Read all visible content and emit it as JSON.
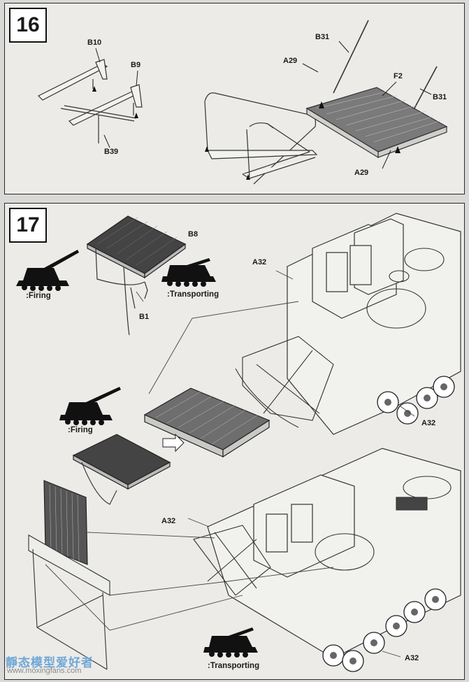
{
  "steps": {
    "step16": {
      "number": "16",
      "parts": {
        "b10": "B10",
        "b9": "B9",
        "b39": "B39",
        "b31_top": "B31",
        "a29_top": "A29",
        "f2": "F2",
        "b31_right": "B31",
        "a29_bottom": "A29"
      }
    },
    "step17": {
      "number": "17",
      "parts": {
        "b8": "B8",
        "b1": "B1",
        "a32_a": "A32",
        "a32_b": "A32",
        "a32_c": "A32",
        "a32_d": "A32"
      },
      "captions": {
        "firing_1": ":Firing",
        "transporting_1": ":Transporting",
        "firing_2": ":Firing",
        "transporting_2": ":Transporting"
      }
    }
  },
  "watermark": {
    "logo": "靜态模型爱好者",
    "url": "www.moxingfans.com"
  }
}
